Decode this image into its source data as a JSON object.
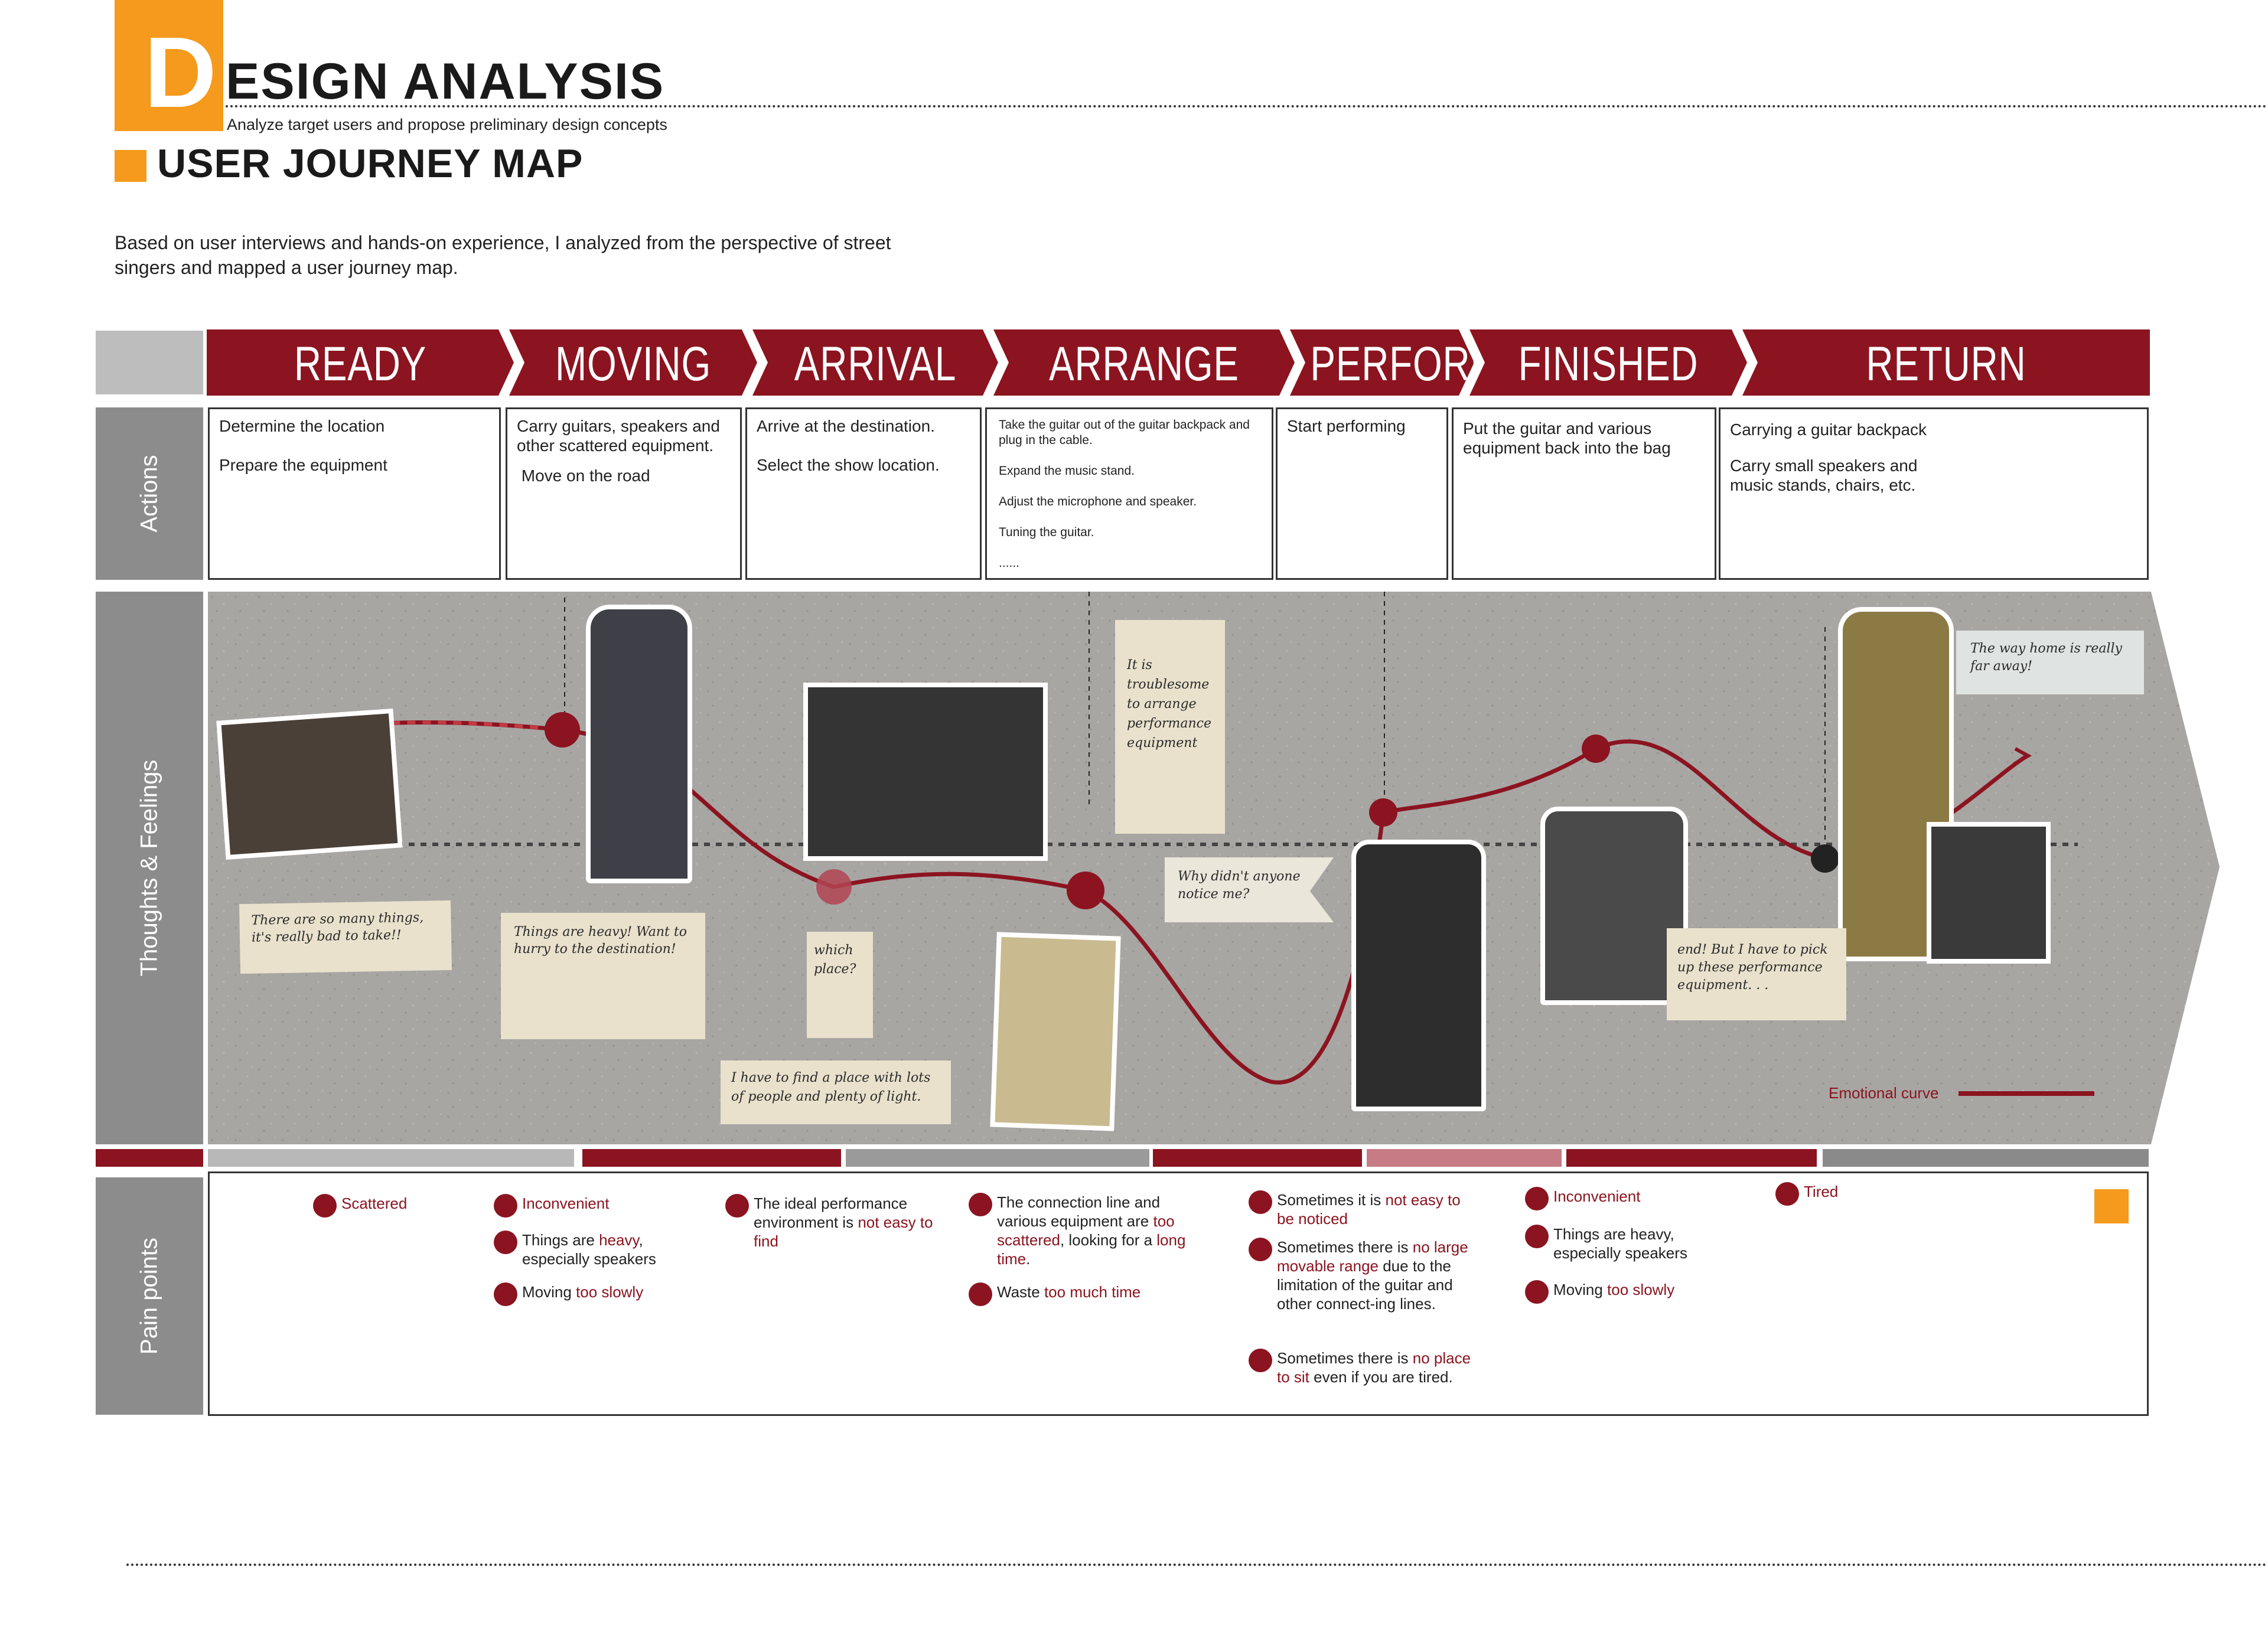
{
  "header": {
    "logo_letter": "D",
    "title": "ESIGN ANALYSIS",
    "subtitle": "Analyze target users and propose preliminary design concepts",
    "section_title": "USER JOURNEY MAP",
    "intro": "Based on user interviews and hands-on experience, I analyzed from the perspective of street singers and mapped a user journey map."
  },
  "row_labels": {
    "actions": "Actions",
    "thoughts": "Thoughts & Feelings",
    "pain": "Pain points"
  },
  "stages": [
    "READY",
    "MOVING",
    "ARRIVAL",
    "ARRANGE",
    "PERFORM",
    "FINISHED",
    "RETURN"
  ],
  "actions": [
    [
      "Determine the location",
      "Prepare the equipment"
    ],
    [
      "Carry guitars, speakers and other scattered equipment.",
      " Move on the road"
    ],
    [
      "Arrive at the destination.",
      "Select the show location."
    ],
    [
      "Take the guitar out of the guitar backpack and plug in the cable.",
      "Expand the music stand.",
      "Adjust the microphone and speaker.",
      "Tuning the guitar.",
      "......"
    ],
    [
      "Start performing"
    ],
    [
      "Put the guitar and various equipment back into the bag"
    ],
    [
      "Carrying a guitar backpack",
      "Carry small speakers and music stands, chairs, etc."
    ]
  ],
  "thoughts": {
    "notes": [
      "There are so many things, it's really bad to take!!",
      "Things are heavy! Want to hurry to the destination!",
      "which place?",
      "I have to find a place with lots of people and plenty of light.",
      "It is troublesome to arrange performance equipment",
      "Why didn't anyone notice me?",
      "end! But I  have to pick up these performance equipment. . .",
      "The way home is really far away!"
    ],
    "legend": "Emotional curve"
  },
  "pain_points": [
    [
      {
        "parts": [
          {
            "t": "Scattered",
            "h": true
          }
        ]
      }
    ],
    [
      {
        "parts": [
          {
            "t": "Inconvenient",
            "h": true
          }
        ]
      },
      {
        "parts": [
          {
            "t": "Things are ",
            "h": false
          },
          {
            "t": "heavy",
            "h": true
          },
          {
            "t": ", especially speakers",
            "h": false
          }
        ]
      },
      {
        "parts": [
          {
            "t": "Moving ",
            "h": false
          },
          {
            "t": "too slowly",
            "h": true
          }
        ]
      }
    ],
    [
      {
        "parts": [
          {
            "t": "The ideal performance environment is ",
            "h": false
          },
          {
            "t": "not easy to find",
            "h": true
          }
        ]
      }
    ],
    [
      {
        "parts": [
          {
            "t": "The connection line and various equipment are ",
            "h": false
          },
          {
            "t": "too scattered",
            "h": true
          },
          {
            "t": ", looking for a ",
            "h": false
          },
          {
            "t": "long time",
            "h": true
          },
          {
            "t": ".",
            "h": false
          }
        ]
      },
      {
        "parts": [
          {
            "t": "Waste ",
            "h": false
          },
          {
            "t": "too much time",
            "h": true
          }
        ]
      }
    ],
    [
      {
        "parts": [
          {
            "t": "Sometimes it is ",
            "h": false
          },
          {
            "t": "not easy to be noticed",
            "h": true
          }
        ]
      },
      {
        "parts": [
          {
            "t": "Sometimes there is ",
            "h": false
          },
          {
            "t": "no large movable range",
            "h": true
          },
          {
            "t": " due to the limitation of the guitar and other connect-ing lines.",
            "h": false
          }
        ]
      },
      {
        "parts": [
          {
            "t": "Sometimes there is ",
            "h": false
          },
          {
            "t": "no place to sit",
            "h": true
          },
          {
            "t": " even if you are tired.",
            "h": false
          }
        ]
      }
    ],
    [
      {
        "parts": [
          {
            "t": "Inconvenient",
            "h": true
          }
        ]
      },
      {
        "parts": [
          {
            "t": "Things are heavy, especially speakers",
            "h": false
          }
        ]
      },
      {
        "parts": [
          {
            "t": "Moving ",
            "h": false
          },
          {
            "t": "too slowly",
            "h": true
          }
        ]
      }
    ],
    [
      {
        "parts": [
          {
            "t": "Tired",
            "h": true
          }
        ]
      }
    ]
  ],
  "colors": {
    "accent_orange": "#f59a1c",
    "brand_red": "#8b1420",
    "label_gray": "#8c8c8c",
    "concrete": "#a9a7a4"
  }
}
